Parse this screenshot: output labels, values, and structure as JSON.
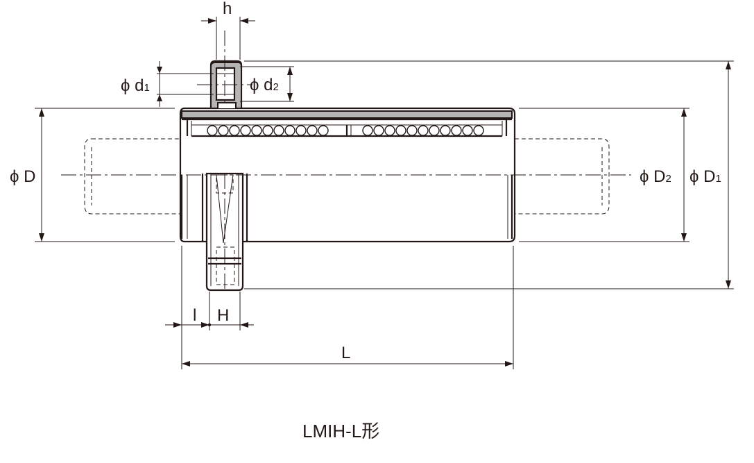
{
  "diagram": {
    "caption": "LMIH-L形",
    "labels": {
      "h": "h",
      "d1": {
        "main": "ϕ d",
        "sub": "1"
      },
      "d2": {
        "main": "ϕ d",
        "sub": "2"
      },
      "D": "ϕ D",
      "D2": {
        "main": "ϕ D",
        "sub": "2"
      },
      "D1": {
        "main": "ϕ D",
        "sub": "1"
      },
      "l": "l",
      "H": "H",
      "L": "L"
    }
  }
}
